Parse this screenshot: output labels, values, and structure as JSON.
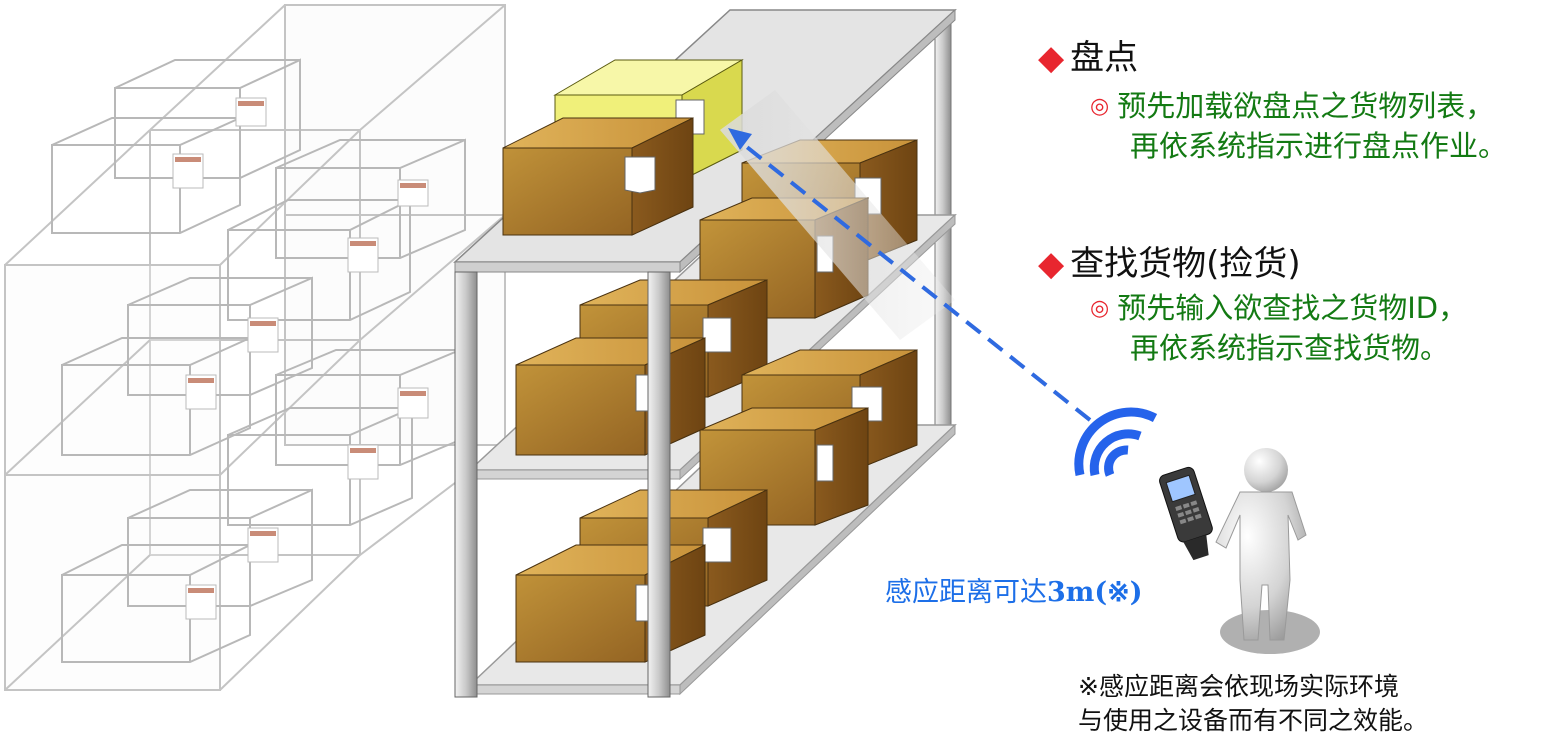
{
  "inventory": {
    "title": "盘点",
    "lines": [
      "预先加载欲盘点之货物列表，",
      "再依系统指示进行盘点作业。"
    ]
  },
  "search": {
    "title": "查找货物(捡货)",
    "lines": [
      "预先输入欲查找之货物ID，",
      "再依系统指示查找货物。"
    ]
  },
  "distance": {
    "prefix": "感应距离可达",
    "suffix": "3m(※)"
  },
  "note": {
    "lines": [
      "※感应距离会依现场实际环境",
      "与使用之设备而有不同之效能。"
    ]
  },
  "colors": {
    "accent_red": "#e8262f",
    "text_green": "#137a13",
    "signal_blue": "#1d6fe8",
    "box_brown": "#b07a2a",
    "box_highlight": "#f2f27a"
  },
  "icons": [
    "diamond-bullet",
    "double-circle-bullet",
    "wifi-signal-icon",
    "handheld-rfid-reader-icon",
    "person-icon"
  ]
}
